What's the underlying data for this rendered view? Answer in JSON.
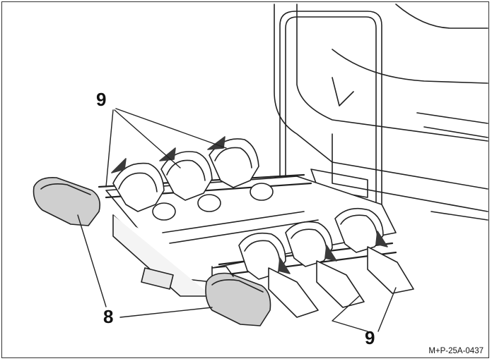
{
  "callouts": {
    "strap_top": "9",
    "handles": "8",
    "strap_bottom": "9"
  },
  "reference_code": "M+P-25A-0437",
  "colors": {
    "line": "#222222",
    "fill_light": "#ffffff",
    "fill_grey": "#cfcfcf",
    "fill_dark": "#3a3a3a"
  }
}
